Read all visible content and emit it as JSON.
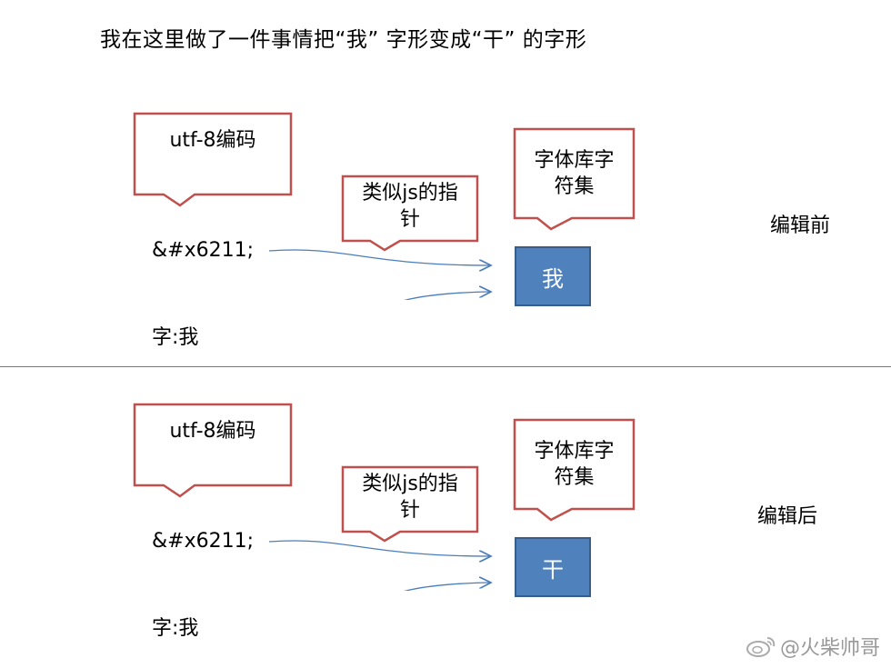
{
  "title": "我在这里做了一件事情把“我” 字形变成“干” 的字形",
  "panels": {
    "top": {
      "callout_encoding": "utf-8编码",
      "callout_pointer": [
        "类似js的指",
        "针"
      ],
      "callout_font": [
        "字体库字",
        "符集"
      ],
      "code_entity": "&#x6211;",
      "char_label": "字:我",
      "glyph": "我",
      "state_label": "编辑前"
    },
    "bottom": {
      "callout_encoding": "utf-8编码",
      "callout_pointer": [
        "类似js的指",
        "针"
      ],
      "callout_font": [
        "字体库字",
        "符集"
      ],
      "code_entity": "&#x6211;",
      "char_label": "字:我",
      "glyph": "干",
      "state_label": "编辑后"
    }
  },
  "watermark": "@火柴帅哥",
  "colors": {
    "callout_border": "#c0504d",
    "glyph_fill": "#4f81bd",
    "glyph_border": "#385d8a",
    "arrow": "#4a7ebb",
    "divider": "#4f81bd"
  }
}
